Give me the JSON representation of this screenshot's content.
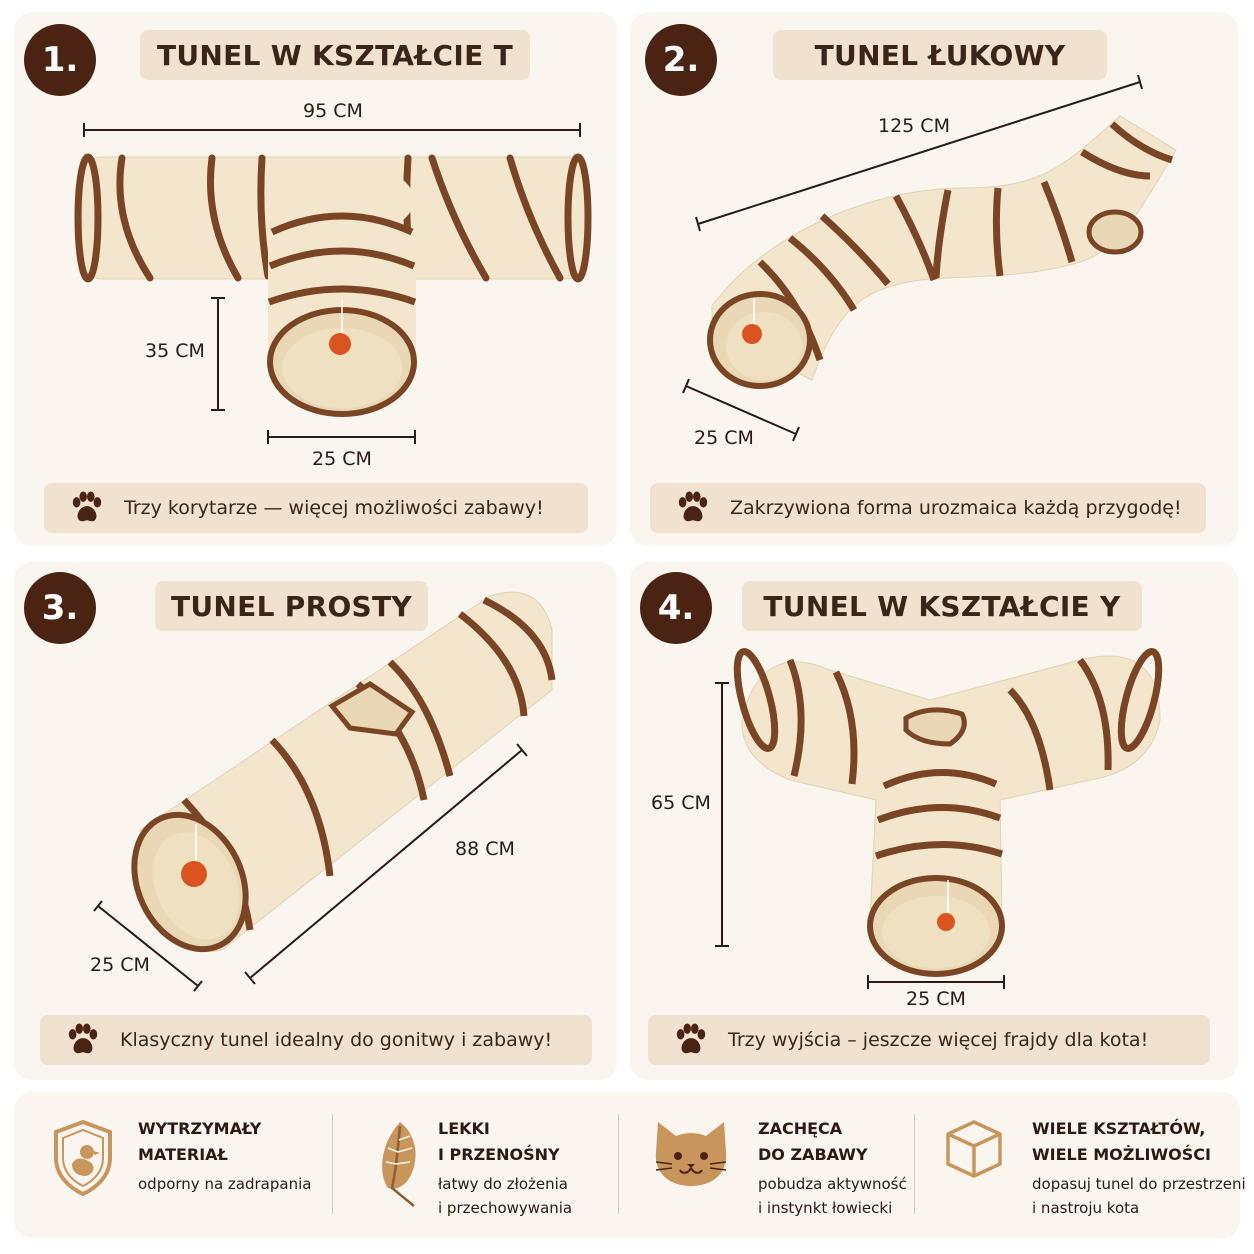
{
  "panels": [
    {
      "number": "1.",
      "title": "TUNEL W KSZTAŁCIE T",
      "dimensions": [
        "95 CM",
        "35 CM",
        "25 CM"
      ],
      "caption": "Trzy korytarze — więcej możliwości zabawy!"
    },
    {
      "number": "2.",
      "title": "TUNEL ŁUKOWY",
      "dimensions": [
        "125 CM",
        "25 CM"
      ],
      "caption": "Zakrzywiona forma urozmaica każdą przygodę!"
    },
    {
      "number": "3.",
      "title": "TUNEL PROSTY",
      "dimensions": [
        "88 CM",
        "25 CM"
      ],
      "caption": "Klasyczny tunel idealny do gonitwy i zabawy!"
    },
    {
      "number": "4.",
      "title": "TUNEL W KSZTAŁCIE Y",
      "dimensions": [
        "65 CM",
        "25 CM"
      ],
      "caption": "Trzy wyjścia – jeszcze więcej frajdy dla kota!"
    }
  ],
  "features": [
    {
      "icon": "shield-bird-icon",
      "heading": [
        "WYTRZYMAŁY",
        "MATERIAŁ"
      ],
      "description": [
        "odporny na zadrapania"
      ]
    },
    {
      "icon": "feather-icon",
      "heading": [
        "LEKKI",
        "I PRZENOŚNY"
      ],
      "description": [
        "łatwy do złożenia",
        "i przechowywania"
      ]
    },
    {
      "icon": "cat-face-icon",
      "heading": [
        "ZACHĘCA",
        "DO ZABAWY"
      ],
      "description": [
        "pobudza aktywność",
        "i instynkt łowiecki"
      ]
    },
    {
      "icon": "cube-icon",
      "heading": [
        "WIELE KSZTAŁTÓW,",
        "WIELE MOŻLIWOŚCI"
      ],
      "description": [
        "dopasuj tunel do przestrzeni",
        "i nastroju kota"
      ]
    }
  ],
  "colors": {
    "badge": "#4a2313",
    "label_bg": "#f1e2cf",
    "panel_bg": "#faf5ef",
    "tunnel_fabric": "#f3e6cd",
    "tunnel_stripe": "#7a4524",
    "pompom": "#d9541f",
    "icon_gold": "#c8965c"
  }
}
